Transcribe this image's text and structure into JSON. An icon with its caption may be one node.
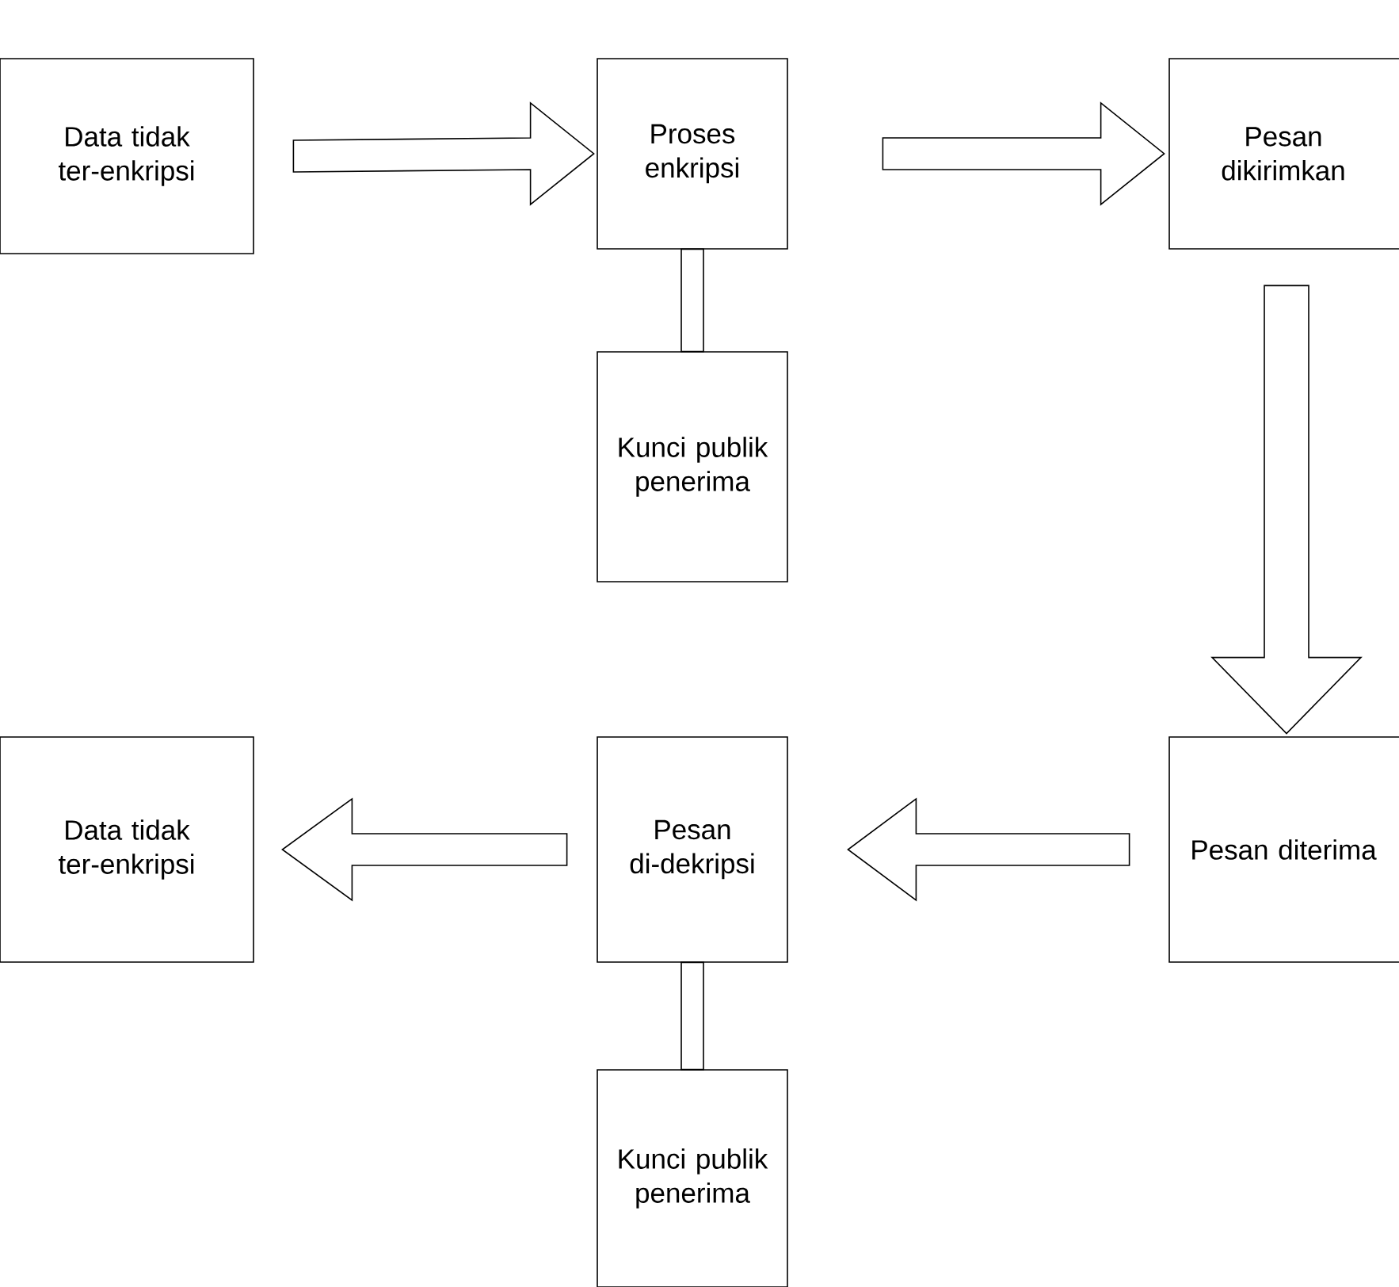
{
  "diagram": {
    "nodes": [
      {
        "text": [
          "Data tidak ter-enkripsi"
        ]
      },
      {
        "text": [
          "Proses enkripsi"
        ]
      },
      {
        "text": [
          "Pesan dikirimkan"
        ]
      },
      {
        "text": [
          "Kunci publik penerima"
        ]
      },
      {
        "text": [
          "Pesan diterima"
        ]
      },
      {
        "text": [
          "Pesan di-dekripsi"
        ]
      },
      {
        "text": [
          "Data tidak ter-enkripsi"
        ]
      },
      {
        "text": [
          "Kunci publik penerima"
        ]
      }
    ],
    "edges": [
      {
        "from": 0,
        "to": 1,
        "arrow": "to"
      },
      {
        "from": 1,
        "to": 2,
        "arrow": "to"
      },
      {
        "from": 1,
        "to": 3,
        "arrow": "none"
      },
      {
        "from": 2,
        "to": 4,
        "arrow": "to"
      },
      {
        "from": 4,
        "to": 5,
        "arrow": "to"
      },
      {
        "from": 5,
        "to": 6,
        "arrow": "to"
      },
      {
        "from": 5,
        "to": 7,
        "arrow": "none"
      }
    ]
  }
}
